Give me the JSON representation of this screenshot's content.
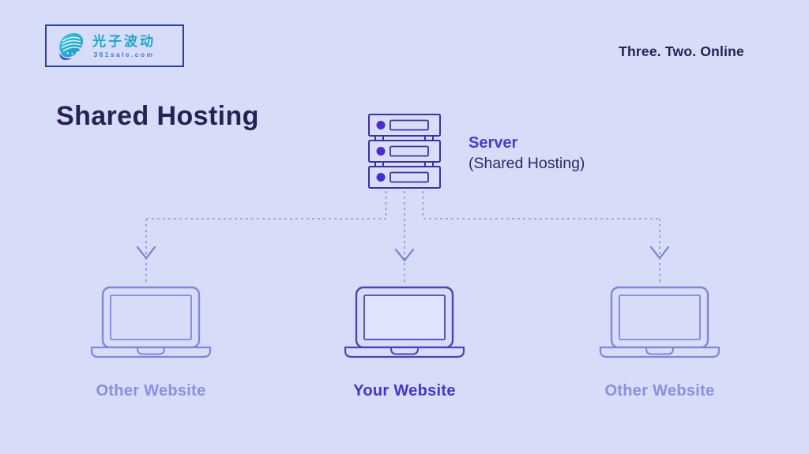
{
  "header": {
    "logo": {
      "icon": "wave-shell-icon",
      "brand_name": "光子波动",
      "brand_domain": "361sale.com",
      "brand_name_color": "#1ba8c9",
      "brand_domain_color": "#3e79d8",
      "border_color": "#2b3da0"
    },
    "tagline": "Three. Two. Online"
  },
  "diagram": {
    "title": "Shared Hosting",
    "title_color": "#262254",
    "background_color": "#d7dcf9",
    "server": {
      "icon": "server-rack-icon",
      "label": "Server",
      "sublabel": "(Shared Hosting)",
      "rack_units": 3,
      "label_color": "#4a3dc8",
      "sublabel_color": "#2d2a60",
      "outline_color": "#3a33a2",
      "led_color": "#4a2cd1"
    },
    "connector": {
      "style": "dashed",
      "color": "#8e93d8",
      "arrow_icon": "arrow-down-chevron",
      "arrow_color": "#7b80cc"
    },
    "clients": [
      {
        "icon": "laptop-icon",
        "label": "Other Website",
        "highlighted": false,
        "color": "#8b8fdc",
        "outline_color": "#8187d6"
      },
      {
        "icon": "laptop-icon",
        "label": "Your Website",
        "highlighted": true,
        "color": "#4634cc",
        "outline_color": "#4d44b6"
      },
      {
        "icon": "laptop-icon",
        "label": "Other Website",
        "highlighted": false,
        "color": "#8b8fdc",
        "outline_color": "#8187d6"
      }
    ]
  }
}
